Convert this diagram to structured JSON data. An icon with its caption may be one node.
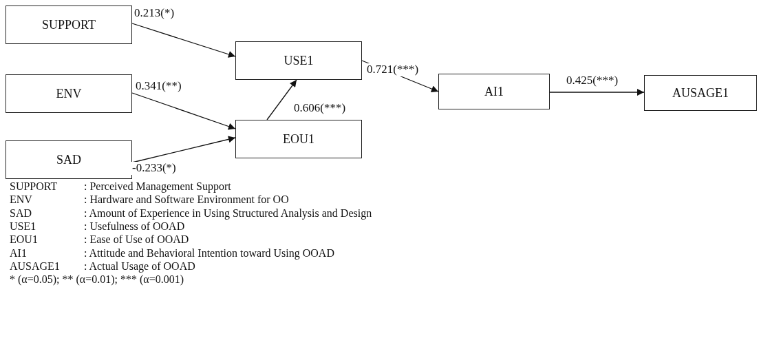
{
  "diagram": {
    "nodes": [
      {
        "text": [
          "SUPPORT"
        ]
      },
      {
        "text": [
          "ENV"
        ]
      },
      {
        "text": [
          "SAD"
        ]
      },
      {
        "text": [
          "USE1"
        ]
      },
      {
        "text": [
          "EOU1"
        ]
      },
      {
        "text": [
          "AI1"
        ]
      },
      {
        "text": [
          "AUSAGE1"
        ]
      }
    ],
    "edges": [
      {
        "from": 0,
        "to": 3,
        "arrow": "to",
        "label": "0.213(*)"
      },
      {
        "from": 1,
        "to": 4,
        "arrow": "to",
        "label": "0.341(**)"
      },
      {
        "from": 2,
        "to": 4,
        "arrow": "to",
        "label": "-0.233(*)"
      },
      {
        "from": 4,
        "to": 3,
        "arrow": "to",
        "label": "0.606(***)"
      },
      {
        "from": 3,
        "to": 5,
        "arrow": "to",
        "label": "0.721(***)"
      },
      {
        "from": 5,
        "to": 6,
        "arrow": "to",
        "label": "0.425(***)"
      }
    ],
    "labels": [
      "SUPPORT",
      ": Perceived Management Support",
      "ENV",
      ": Hardware and Software Environment for OO",
      "SAD",
      ": Amount of Experience in Using Structured Analysis and Design",
      "USE1",
      ": Usefulness of OOAD",
      "EOU1",
      ": Ease of Use of OOAD",
      "AI1",
      ": Attitude and Behavioral Intention toward Using OOAD",
      "AUSAGE1",
      ": Actual Usage of OOAD",
      "* (α=0.05); ** (α=0.01); *** (α=0.001)"
    ]
  }
}
